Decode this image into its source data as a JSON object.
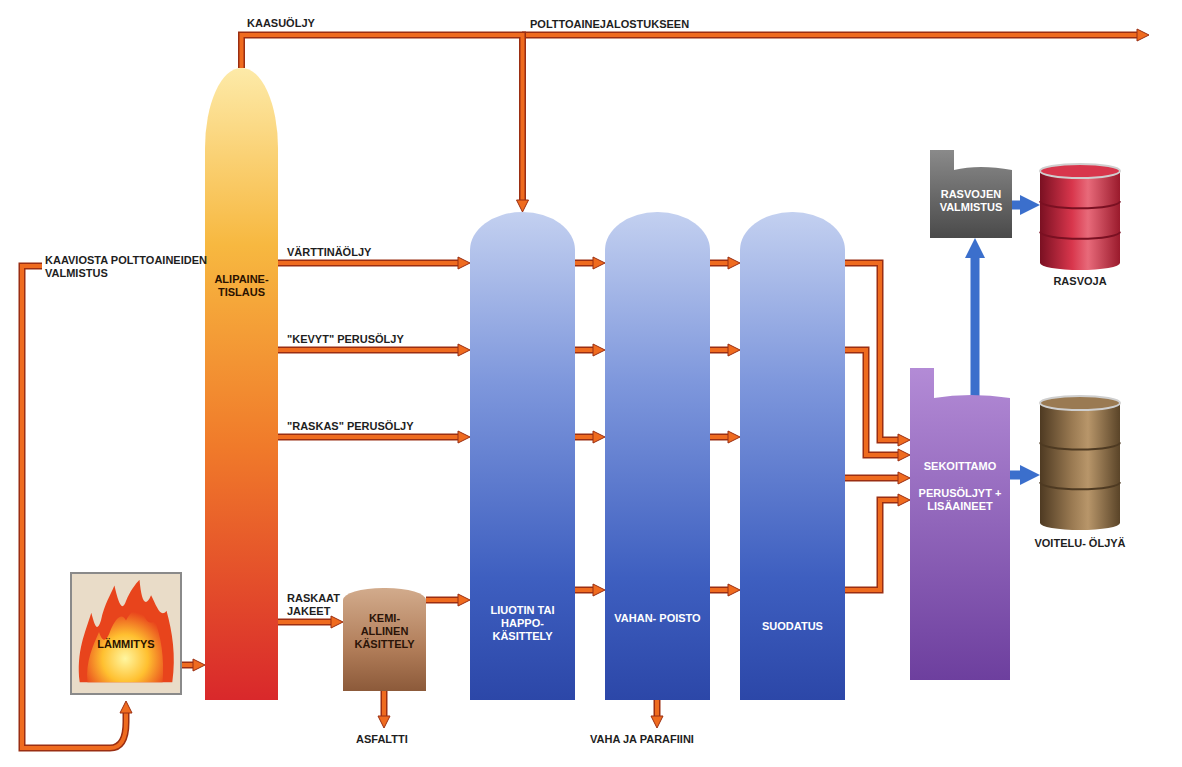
{
  "diagram": {
    "nodes": [
      {
        "text": [
          "LÄMMITYS"
        ]
      },
      {
        "text": [
          "ALIPAINE- TISLAUS"
        ]
      },
      {
        "text": [
          "KEMI- ALLINEN KÄSITTELY"
        ]
      },
      {
        "text": [
          "LIUOTIN TAI HAPPO- KÄSITTELY"
        ]
      },
      {
        "text": [
          "VAHAN- POISTO"
        ]
      },
      {
        "text": [
          "SUODATUS"
        ]
      },
      {
        "text": [
          "RASVOJEN VALMISTUS"
        ]
      },
      {
        "text": [
          "SEKOITTAMO",
          "PERUSÖLJYT + LISÄAINEET"
        ]
      },
      {
        "text": [
          "RASVOJA"
        ]
      },
      {
        "text": [
          "VOITELU- ÖLJYÄ"
        ]
      }
    ],
    "edges": [
      {
        "from": 0,
        "to": 1,
        "arrow": "to"
      },
      {
        "from": 1,
        "to": 3,
        "label": "KAASUÖLJY",
        "arrow": "to"
      },
      {
        "from": 1,
        "to": 3,
        "label": "VÄRTTINÄÖLJY",
        "arrow": "to"
      },
      {
        "from": 1,
        "to": 3,
        "label": "\"KEVYT\" PERUSÖLJY",
        "arrow": "to"
      },
      {
        "from": 1,
        "to": 3,
        "label": "\"RASKAS\" PERUSÖLJY",
        "arrow": "to"
      },
      {
        "from": 1,
        "to": 2,
        "label": "RASKAAT JAKEET",
        "arrow": "to"
      },
      {
        "from": 2,
        "to": 3,
        "arrow": "to"
      },
      {
        "from": 3,
        "to": 4,
        "arrow": "to"
      },
      {
        "from": 3,
        "to": 4,
        "arrow": "to"
      },
      {
        "from": 3,
        "to": 4,
        "arrow": "to"
      },
      {
        "from": 3,
        "to": 4,
        "arrow": "to"
      },
      {
        "from": 4,
        "to": 5,
        "arrow": "to"
      },
      {
        "from": 4,
        "to": 5,
        "arrow": "to"
      },
      {
        "from": 4,
        "to": 5,
        "arrow": "to"
      },
      {
        "from": 4,
        "to": 5,
        "arrow": "to"
      },
      {
        "from": 5,
        "to": 7,
        "arrow": "to"
      },
      {
        "from": 5,
        "to": 7,
        "arrow": "to"
      },
      {
        "from": 5,
        "to": 7,
        "arrow": "to"
      },
      {
        "from": 5,
        "to": 7,
        "arrow": "to"
      },
      {
        "from": 7,
        "to": 6,
        "arrow": "to"
      },
      {
        "from": 6,
        "to": 8,
        "arrow": "to"
      },
      {
        "from": 7,
        "to": 9,
        "arrow": "to"
      }
    ],
    "labels": [
      "POLTTOAINEJALOSTUKSEEN",
      "KAAVIOSTA POLTTOAINEIDEN VALMISTUS",
      "ASFALTTI",
      "VAHA JA PARAFIINI"
    ]
  }
}
